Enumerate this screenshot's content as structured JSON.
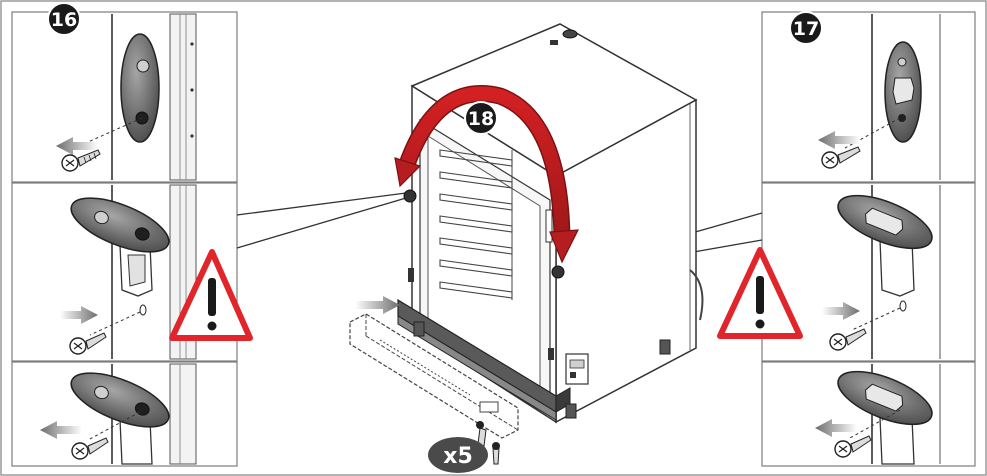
{
  "steps": {
    "left": "16",
    "right": "17",
    "center": "18"
  },
  "quantity": "x5",
  "colors": {
    "badge": "#1a1a1a",
    "warning": "#e0262b",
    "frame": "#9a9a9a"
  },
  "icons": [
    "warning-triangle-icon",
    "rotate-arrow-icon",
    "push-arrow-icon",
    "pull-arrow-icon",
    "screw-icon"
  ]
}
